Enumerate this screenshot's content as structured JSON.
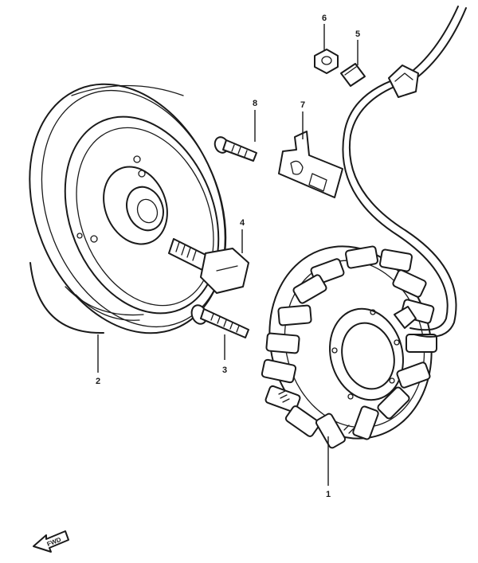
{
  "callouts": {
    "c1": "1",
    "c2": "2",
    "c3": "3",
    "c4": "4",
    "c5": "5",
    "c6": "6",
    "c7": "7",
    "c8": "8"
  },
  "fwd_label": "FWD"
}
